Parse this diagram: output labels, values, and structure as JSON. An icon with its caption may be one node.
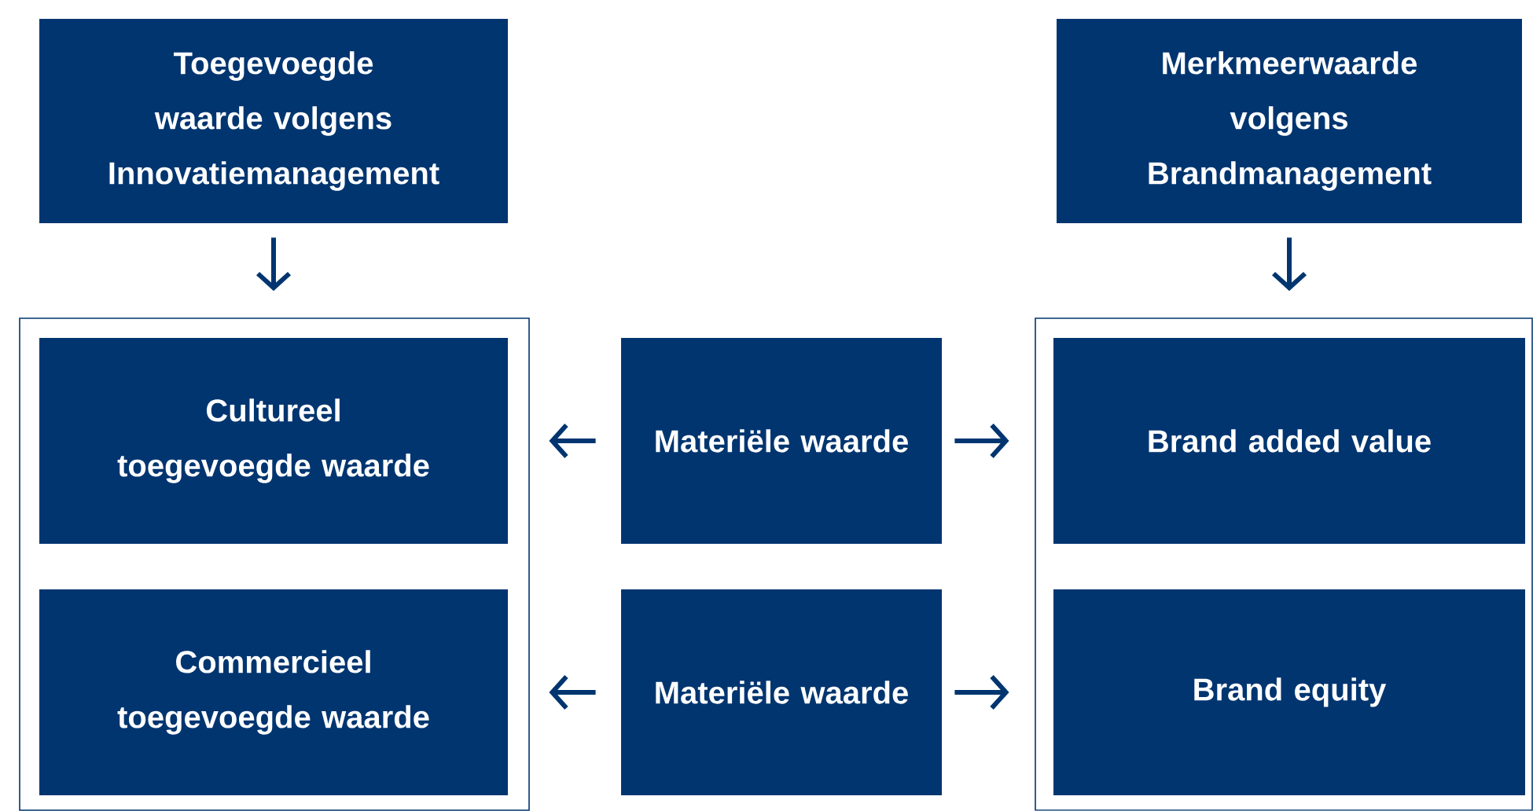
{
  "diagram": {
    "nodes": [
      {
        "text": [
          "Toegevoegde waarde volgens Innovatiemanagement"
        ]
      },
      {
        "text": [
          "Merkmeerwaarde volgens Brandmanagement"
        ]
      },
      {
        "text": [],
        "shape": "box"
      },
      {
        "text": [
          "Cultureel toegevoegde waarde"
        ],
        "in": 2
      },
      {
        "text": [
          "Commercieel toegevoegde waarde"
        ],
        "in": 2
      },
      {
        "text": [
          "Materiële waarde"
        ]
      },
      {
        "text": [
          "Materiële waarde"
        ]
      },
      {
        "text": [],
        "shape": "box"
      },
      {
        "text": [
          "Brand added value"
        ],
        "in": 7
      },
      {
        "text": [
          "Brand equity"
        ],
        "in": 7
      }
    ],
    "edges": [
      {
        "from": 0,
        "to": 2,
        "arrow": "to"
      },
      {
        "from": 1,
        "to": 7,
        "arrow": "to"
      },
      {
        "from": 5,
        "to": 3,
        "arrow": "to"
      },
      {
        "from": 5,
        "to": 8,
        "arrow": "to"
      },
      {
        "from": 6,
        "to": 4,
        "arrow": "to"
      },
      {
        "from": 6,
        "to": 9,
        "arrow": "to"
      }
    ]
  }
}
